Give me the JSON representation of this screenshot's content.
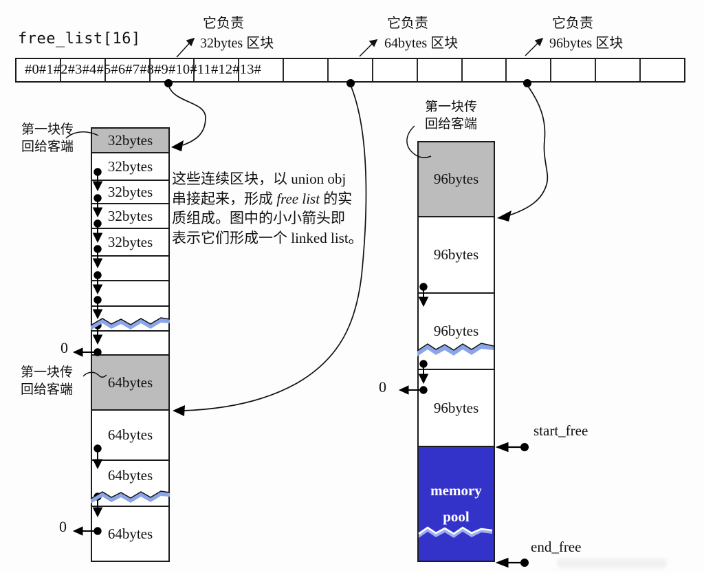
{
  "title": "free_list[16]",
  "free_list_array": {
    "cells_text": "#0#1#2#3#4#5#6#7#8#9#10#11#12#13#"
  },
  "annotations": {
    "a32": {
      "line1": "它负责",
      "line2": "32bytes 区块"
    },
    "a64": {
      "line1": "它负责",
      "line2": "64bytes 区块"
    },
    "a96": {
      "line1": "它负责",
      "line2": "96bytes 区块"
    }
  },
  "labels": {
    "first_block_left_top": {
      "line1": "第一块传",
      "line2": "回给客端"
    },
    "first_block_left_mid": {
      "line1": "第一块传",
      "line2": "回给客端"
    },
    "first_block_right": {
      "line1": "第一块传",
      "line2": "回给客端"
    },
    "zero_left_32": "0",
    "zero_left_64": "0",
    "zero_right": "0",
    "start_free": "start_free",
    "end_free": "end_free"
  },
  "paragraph": {
    "line1": "这些连续区块，以  union obj",
    "line2_pre": "串接起来，形成 ",
    "line2_italic": "free list",
    "line2_post": " 的实",
    "line3": "质组成。图中的小小箭头即",
    "line4": "表示它们形成一个  linked list。"
  },
  "left_column": {
    "blocks": [
      {
        "label": "32bytes",
        "variant": "gray"
      },
      {
        "label": "32bytes",
        "variant": "white"
      },
      {
        "label": "32bytes",
        "variant": "white"
      },
      {
        "label": "32bytes",
        "variant": "white"
      },
      {
        "label": "32bytes",
        "variant": "white"
      },
      {
        "label": "",
        "variant": "white"
      },
      {
        "label": "",
        "variant": "white"
      },
      {
        "label": "",
        "variant": "white-torn"
      },
      {
        "label": "",
        "variant": "white"
      },
      {
        "label": "64bytes",
        "variant": "gray"
      },
      {
        "label": "64bytes",
        "variant": "white"
      },
      {
        "label": "64bytes",
        "variant": "white-torn"
      },
      {
        "label": "64bytes",
        "variant": "white"
      }
    ]
  },
  "right_column": {
    "blocks": [
      {
        "label": "96bytes",
        "variant": "gray"
      },
      {
        "label": "96bytes",
        "variant": "white"
      },
      {
        "label": "96bytes",
        "variant": "white-torn"
      },
      {
        "label": "96bytes",
        "variant": "white"
      }
    ],
    "memory_pool": {
      "line1": "memory",
      "line2": "pool"
    }
  },
  "colors": {
    "block_gray": "#bcbcbc",
    "pool_blue": "#3333c9",
    "wave_blue": "#8ba6e8",
    "line_black": "#1b1b1b"
  }
}
